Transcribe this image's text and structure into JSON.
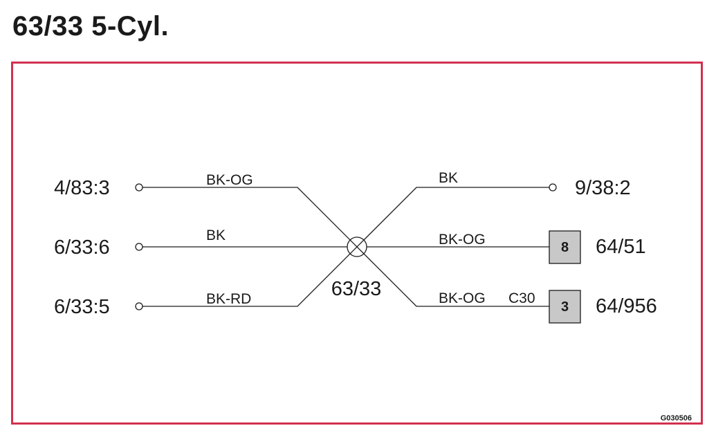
{
  "title": "63/33 5-Cyl.",
  "center": {
    "label": "63/33"
  },
  "left_terminals": [
    {
      "label": "4/83:3",
      "wire": "BK-OG"
    },
    {
      "label": "6/33:6",
      "wire": "BK"
    },
    {
      "label": "6/33:5",
      "wire": "BK-RD"
    }
  ],
  "right_terminals": [
    {
      "label": "9/38:2",
      "wire": "BK",
      "type": "terminal"
    },
    {
      "label": "64/51",
      "wire": "BK-OG",
      "type": "connector",
      "pin": "8"
    },
    {
      "label": "64/956",
      "wire": "BK-OG",
      "type": "connector",
      "pin": "3",
      "connector_label": "C30"
    }
  ],
  "drawing_code": "G030506",
  "colors": {
    "frame": "#d2304f",
    "connector_fill": "#c8c8c8",
    "line": "#1a1a1a"
  }
}
